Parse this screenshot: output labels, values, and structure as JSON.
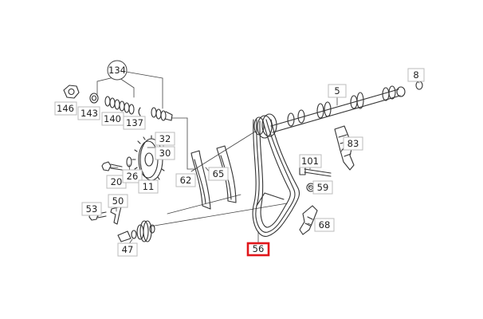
{
  "diagram": {
    "callouts": [
      {
        "id": "c134",
        "label": "134"
      },
      {
        "id": "c146",
        "label": "146"
      },
      {
        "id": "c143",
        "label": "143"
      },
      {
        "id": "c140",
        "label": "140"
      },
      {
        "id": "c137",
        "label": "137"
      },
      {
        "id": "c5",
        "label": "5"
      },
      {
        "id": "c8",
        "label": "8"
      },
      {
        "id": "c83",
        "label": "83"
      },
      {
        "id": "c32",
        "label": "32"
      },
      {
        "id": "c30",
        "label": "30"
      },
      {
        "id": "c65",
        "label": "65"
      },
      {
        "id": "c101",
        "label": "101"
      },
      {
        "id": "c20",
        "label": "20"
      },
      {
        "id": "c26",
        "label": "26"
      },
      {
        "id": "c11",
        "label": "11"
      },
      {
        "id": "c62",
        "label": "62"
      },
      {
        "id": "c59",
        "label": "59"
      },
      {
        "id": "c50",
        "label": "50"
      },
      {
        "id": "c53",
        "label": "53"
      },
      {
        "id": "c68",
        "label": "68"
      },
      {
        "id": "c47",
        "label": "47"
      },
      {
        "id": "c56",
        "label": "56",
        "highlighted": true
      }
    ],
    "colors": {
      "line": "#333333",
      "box_border": "#bbbbbb",
      "highlight": "#e0161b"
    }
  }
}
